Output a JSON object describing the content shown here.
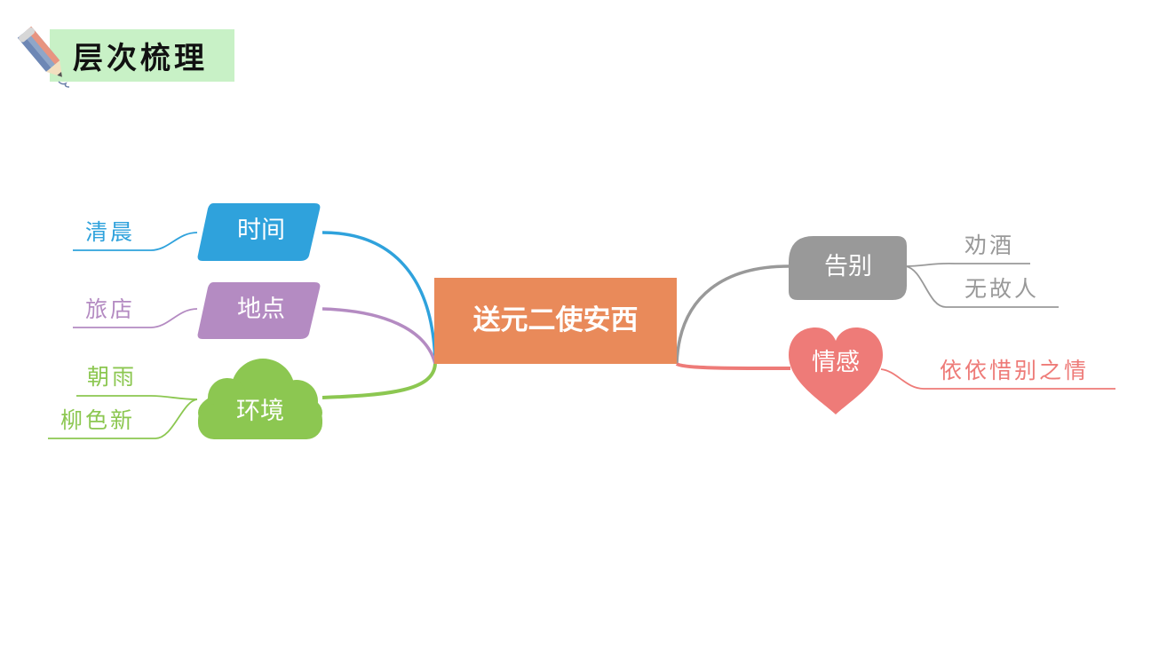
{
  "header": {
    "title": "层次梳理",
    "icon": "pencil-icon"
  },
  "mindmap": {
    "center": {
      "label": "送元二使安西",
      "color": "#e98a5a"
    },
    "branches": [
      {
        "label": "时间",
        "shape": "parallelogram",
        "color": "#2fa2dc",
        "side": "left",
        "children": [
          {
            "label": "清晨"
          }
        ]
      },
      {
        "label": "地点",
        "shape": "parallelogram",
        "color": "#b48bc2",
        "side": "left",
        "children": [
          {
            "label": "旅店"
          }
        ]
      },
      {
        "label": "环境",
        "shape": "cloud",
        "color": "#8cc751",
        "side": "left",
        "children": [
          {
            "label": "朝雨"
          },
          {
            "label": "柳色新"
          }
        ]
      },
      {
        "label": "告别",
        "shape": "rounded-rect",
        "color": "#999999",
        "side": "right",
        "children": [
          {
            "label": "劝酒"
          },
          {
            "label": "无故人"
          }
        ]
      },
      {
        "label": "情感",
        "shape": "heart",
        "color": "#ee7b78",
        "side": "right",
        "children": [
          {
            "label": "依依惜别之情"
          }
        ]
      }
    ]
  }
}
